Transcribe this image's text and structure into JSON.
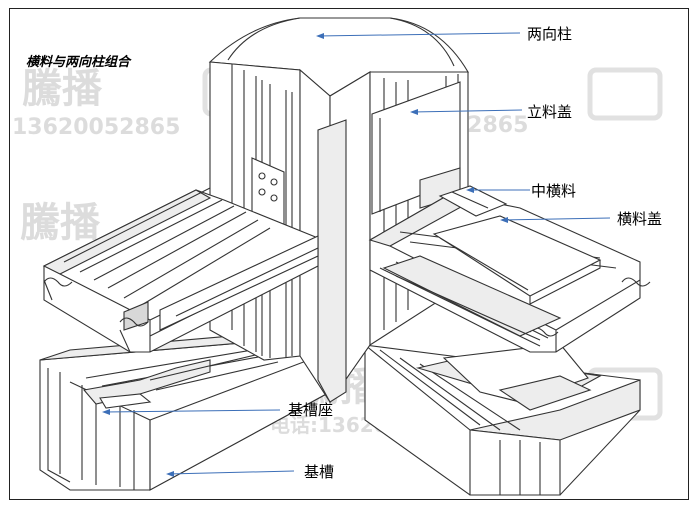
{
  "title": "横料与两向柱组合",
  "labels": {
    "column": "两向柱",
    "mullion_cover": "立料盖",
    "middle_transom": "中横料",
    "transom_cover": "横料盖",
    "base_slot_seat": "基槽座",
    "base_slot": "基槽"
  },
  "watermark": {
    "phone": "13620052865",
    "phone_full": "电话:13620052865",
    "brand": "騰播"
  },
  "colors": {
    "leader": "#3c6fb8",
    "watermark": "#d9d9d9",
    "line": "#333333"
  }
}
